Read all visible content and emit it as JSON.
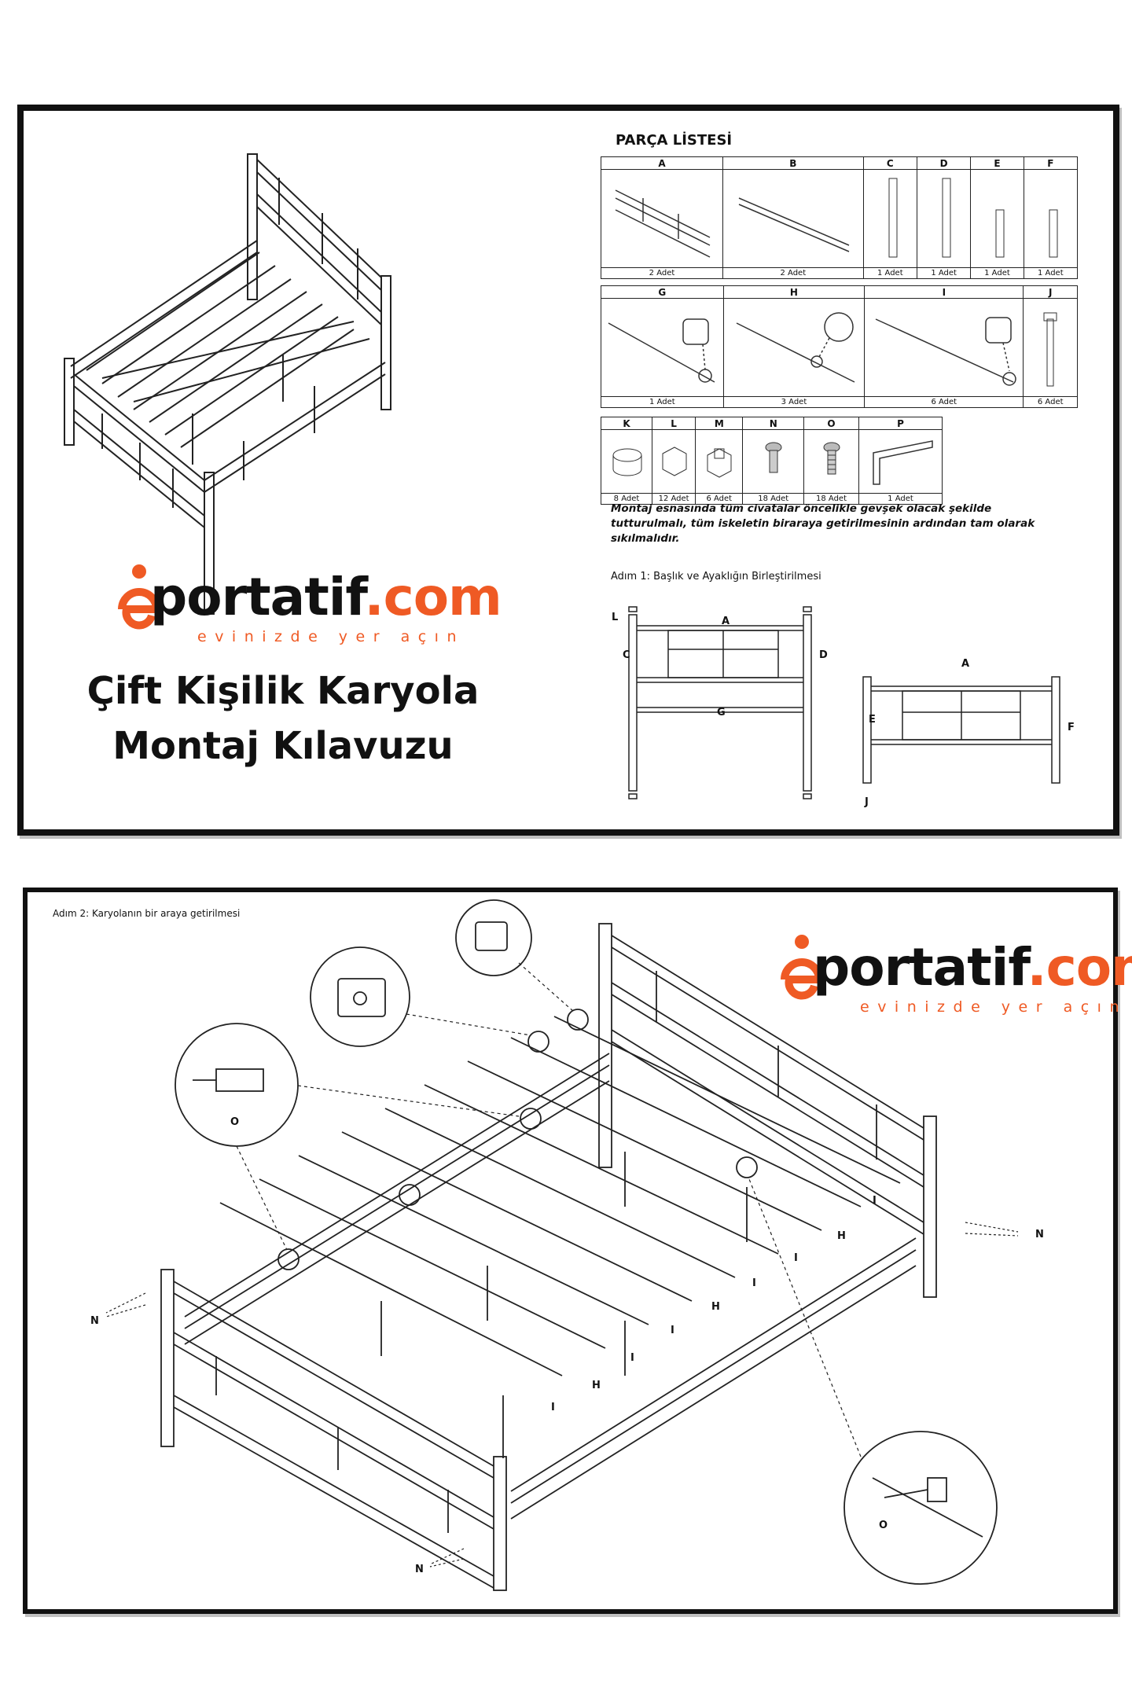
{
  "brand": {
    "logo_word": "portatif",
    "logo_dot_com": ".com",
    "logo_tagline": "evinizde yer açın",
    "accent_color": "#ef5a24"
  },
  "page1": {
    "title_line1": "Çift Kişilik Karyola",
    "title_line2": "Montaj Kılavuzu",
    "parts_list_title": "PARÇA LİSTESİ",
    "parts_row1": [
      {
        "code": "A",
        "qty": "2 Adet"
      },
      {
        "code": "B",
        "qty": "2 Adet"
      },
      {
        "code": "C",
        "qty": "1 Adet"
      },
      {
        "code": "D",
        "qty": "1 Adet"
      },
      {
        "code": "E",
        "qty": "1 Adet"
      },
      {
        "code": "F",
        "qty": "1 Adet"
      }
    ],
    "parts_row2": [
      {
        "code": "G",
        "qty": "1 Adet"
      },
      {
        "code": "H",
        "qty": "3 Adet"
      },
      {
        "code": "I",
        "qty": "6 Adet"
      },
      {
        "code": "J",
        "qty": "6 Adet"
      }
    ],
    "parts_row3": [
      {
        "code": "K",
        "qty": "8 Adet"
      },
      {
        "code": "L",
        "qty": "12 Adet"
      },
      {
        "code": "M",
        "qty": "6 Adet"
      },
      {
        "code": "N",
        "qty": "18 Adet"
      },
      {
        "code": "O",
        "qty": "18 Adet"
      },
      {
        "code": "P",
        "qty": "1 Adet"
      }
    ],
    "assembly_note": "Montaj esnasında tüm civatalar öncelikle gevşek olacak şekilde tutturulmalı, tüm iskeletin biraraya getirilmesinin ardından tam olarak sıkılmalıdır.",
    "step1_title": "Adım 1: Başlık ve Ayaklığın Birleştirilmesi",
    "step1_labels": {
      "L": "L",
      "C": "C",
      "A": "A",
      "D": "D",
      "G": "G",
      "A2": "A",
      "E": "E",
      "F": "F",
      "J": "J"
    }
  },
  "page2": {
    "step2_title": "Adım 2: Karyolanın bir araya getirilmesi",
    "labels": {
      "o_top": "O",
      "n_right": "N",
      "n_left": "N",
      "n_bottom": "N",
      "o_bottom": "O",
      "h1": "H",
      "i1": "I",
      "i2": "I",
      "h2": "H",
      "i3": "I",
      "i4": "I",
      "h3": "H",
      "i5": "I",
      "i6": "I"
    }
  }
}
